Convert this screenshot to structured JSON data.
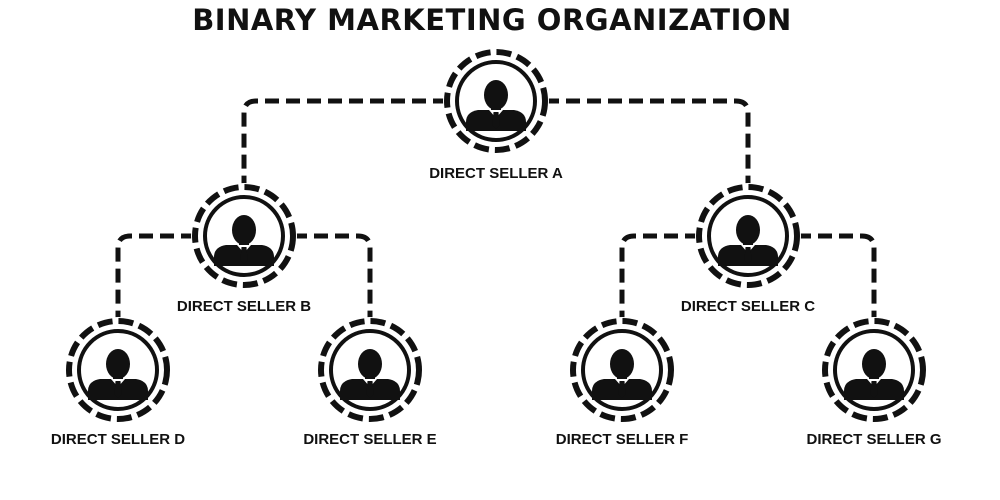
{
  "title": "BINARY MARKETING ORGANIZATION",
  "colors": {
    "ink": "#111111",
    "background": "#ffffff"
  },
  "icon": "person-in-suit-icon",
  "nodes": [
    {
      "id": "a",
      "label": "DIRECT SELLER A",
      "parent": null
    },
    {
      "id": "b",
      "label": "DIRECT SELLER B",
      "parent": "a"
    },
    {
      "id": "c",
      "label": "DIRECT SELLER C",
      "parent": "a"
    },
    {
      "id": "d",
      "label": "DIRECT SELLER D",
      "parent": "b"
    },
    {
      "id": "e",
      "label": "DIRECT SELLER E",
      "parent": "b"
    },
    {
      "id": "f",
      "label": "DIRECT SELLER F",
      "parent": "c"
    },
    {
      "id": "g",
      "label": "DIRECT SELLER G",
      "parent": "c"
    }
  ]
}
